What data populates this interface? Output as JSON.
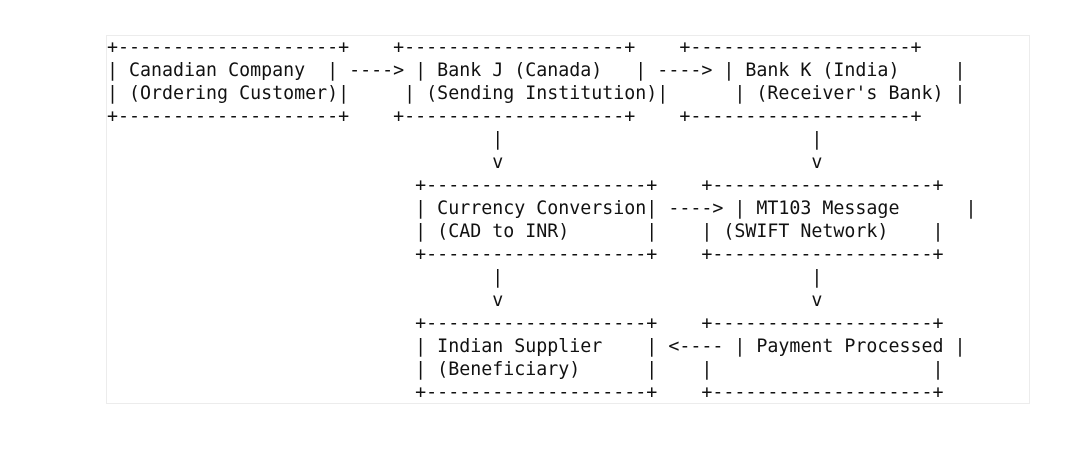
{
  "diagram": {
    "lines": [
      "+--------------------+    +--------------------+    +--------------------+",
      "| Canadian Company  | ----> | Bank J (Canada)   | ----> | Bank K (India)     |",
      "| (Ordering Customer)|     | (Sending Institution)|      | (Receiver's Bank) |",
      "+--------------------+    +--------------------+    +--------------------+",
      "                                   |                            |",
      "                                   v                            v",
      "                            +--------------------+    +--------------------+",
      "                            | Currency Conversion| ----> | MT103 Message      |",
      "                            | (CAD to INR)       |    | (SWIFT Network)    |",
      "                            +--------------------+    +--------------------+",
      "                                   |                            |",
      "                                   v                            v",
      "                            +--------------------+    +--------------------+",
      "                            | Indian Supplier    | <---- | Payment Processed |",
      "                            | (Beneficiary)      |    |                    |",
      "                            +--------------------+    +--------------------+"
    ]
  }
}
